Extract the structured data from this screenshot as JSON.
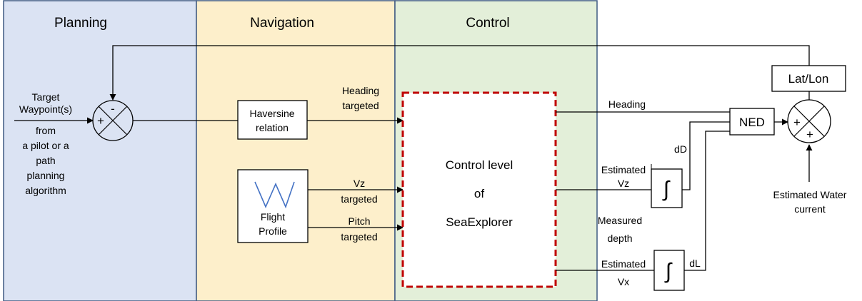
{
  "colors": {
    "planning_fill": "#dbe3f3",
    "navigation_fill": "#fdefcb",
    "control_fill": "#e3efd9",
    "panel_border": "#3f5a82",
    "dashed_box": "#c00000",
    "line": "#000000"
  },
  "panels": {
    "planning": "Planning",
    "navigation": "Navigation",
    "control": "Control"
  },
  "planning": {
    "target_lines": [
      "Target",
      "Waypoint(s)",
      "from",
      "a pilot or a",
      "path",
      "planning",
      "algorithm"
    ],
    "sum_minus": "-",
    "sum_plus": "+"
  },
  "navigation": {
    "haversine_lines": [
      "Haversine",
      "relation"
    ],
    "heading_targeted_lines": [
      "Heading",
      "targeted"
    ],
    "flight_profile_lines": [
      "Flight",
      "Profile"
    ],
    "vz_targeted_lines": [
      "Vz",
      "targeted"
    ],
    "pitch_targeted_lines": [
      "Pitch",
      "targeted"
    ]
  },
  "control": {
    "box_lines": [
      "Control level",
      "of",
      "SeaExplorer"
    ]
  },
  "outputs": {
    "heading": "Heading",
    "estimated_vz_lines": [
      "Estimated",
      "Vz"
    ],
    "measured_depth_lines": [
      "Measured",
      "depth"
    ],
    "estimated_vx_lines": [
      "Estimated",
      "Vx"
    ],
    "integrator_symbol": "∫",
    "dD": "dD",
    "dL": "dL",
    "ned": "NED",
    "latlon": "Lat/Lon",
    "sum_plus_left": "+",
    "sum_plus_bottom": "+",
    "water_current_lines": [
      "Estimated Water",
      "current"
    ]
  }
}
